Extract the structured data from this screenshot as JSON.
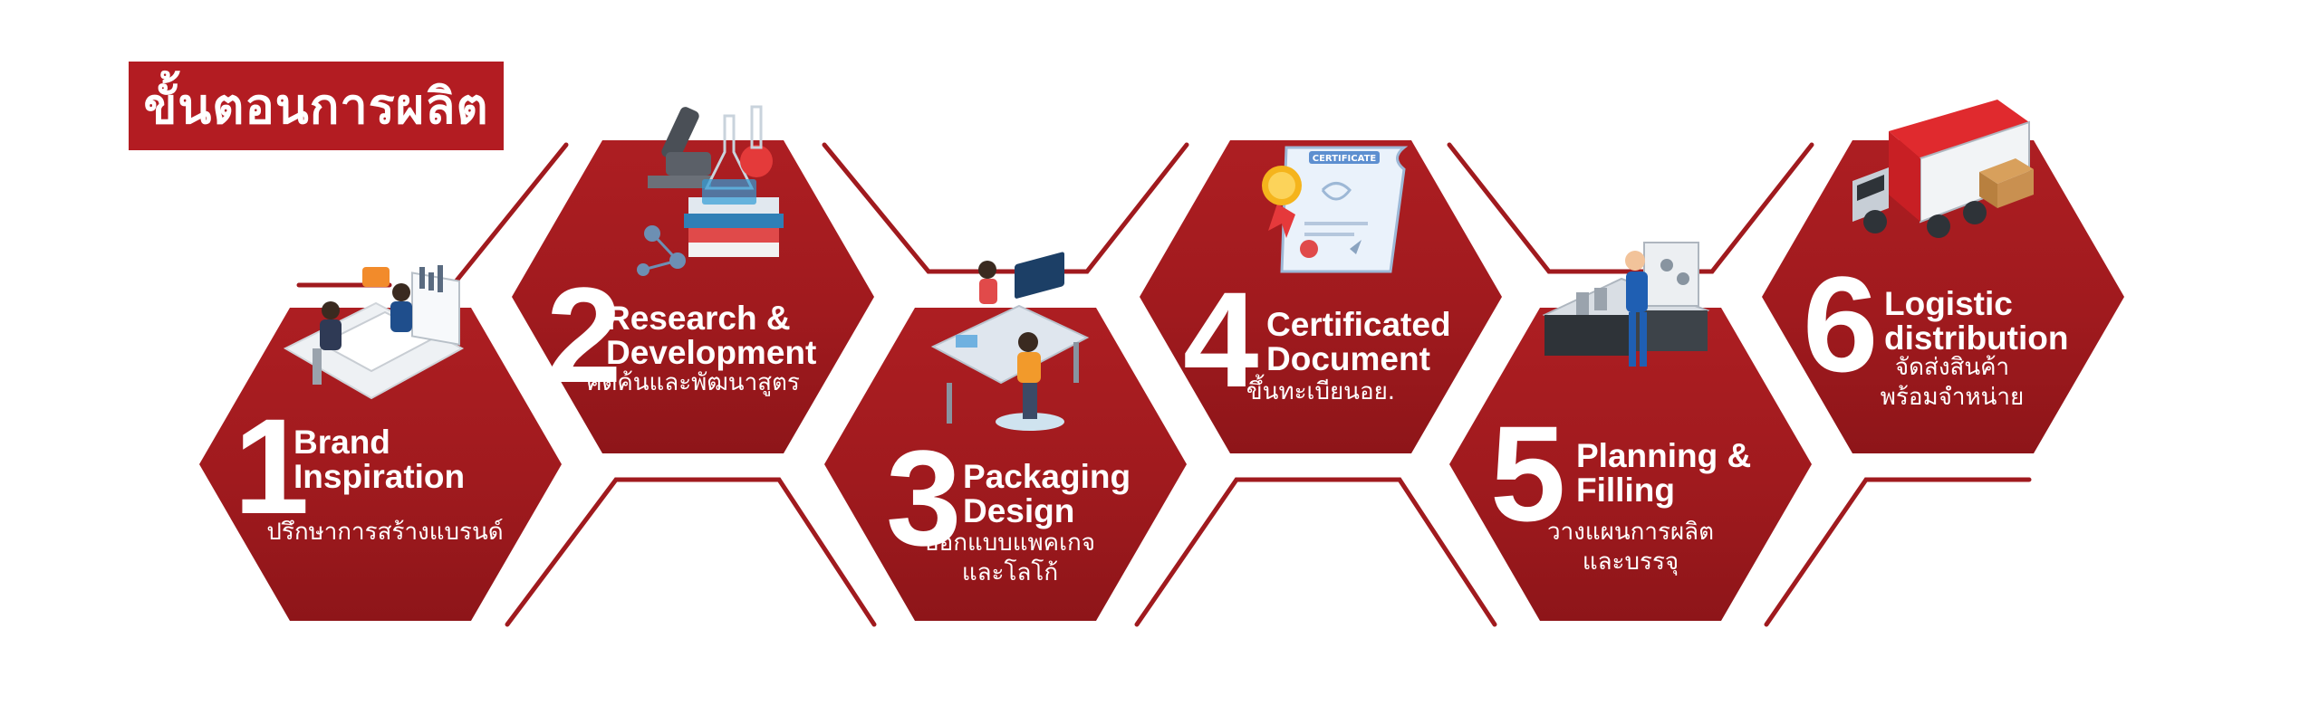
{
  "title": "ขั้นตอนการผลิต",
  "colors": {
    "brand_red": "#b31c22",
    "hex_red": "#a01a1e",
    "line_red": "#a01a1e",
    "text": "#ffffff"
  },
  "steps": [
    {
      "number": "1",
      "title_en": "Brand\nInspiration",
      "title_th": "ปรึกษาการสร้างแบรนด์",
      "icon": "office-meeting-icon"
    },
    {
      "number": "2",
      "title_en": "Research &\nDevelopment",
      "title_th": "คิดค้นและพัฒนาสูตร",
      "icon": "laboratory-microscope-icon"
    },
    {
      "number": "3",
      "title_en": "Packaging\nDesign",
      "title_th": "ออกแบบแพคเกจ\nและโลโก้",
      "icon": "designer-desk-icon"
    },
    {
      "number": "4",
      "title_en": "Certificated\nDocument",
      "title_th": "ขึ้นทะเบียนอย.",
      "icon": "certificate-scroll-icon"
    },
    {
      "number": "5",
      "title_en": "Planning &\nFilling",
      "title_th": "วางแผนการผลิต\nและบรรจุ",
      "icon": "filling-machine-icon"
    },
    {
      "number": "6",
      "title_en": "Logistic\ndistribution",
      "title_th": "จัดส่งสินค้า\nพร้อมจำหน่าย",
      "icon": "delivery-truck-icon"
    }
  ],
  "certificate_label": "CERTIFICATE"
}
